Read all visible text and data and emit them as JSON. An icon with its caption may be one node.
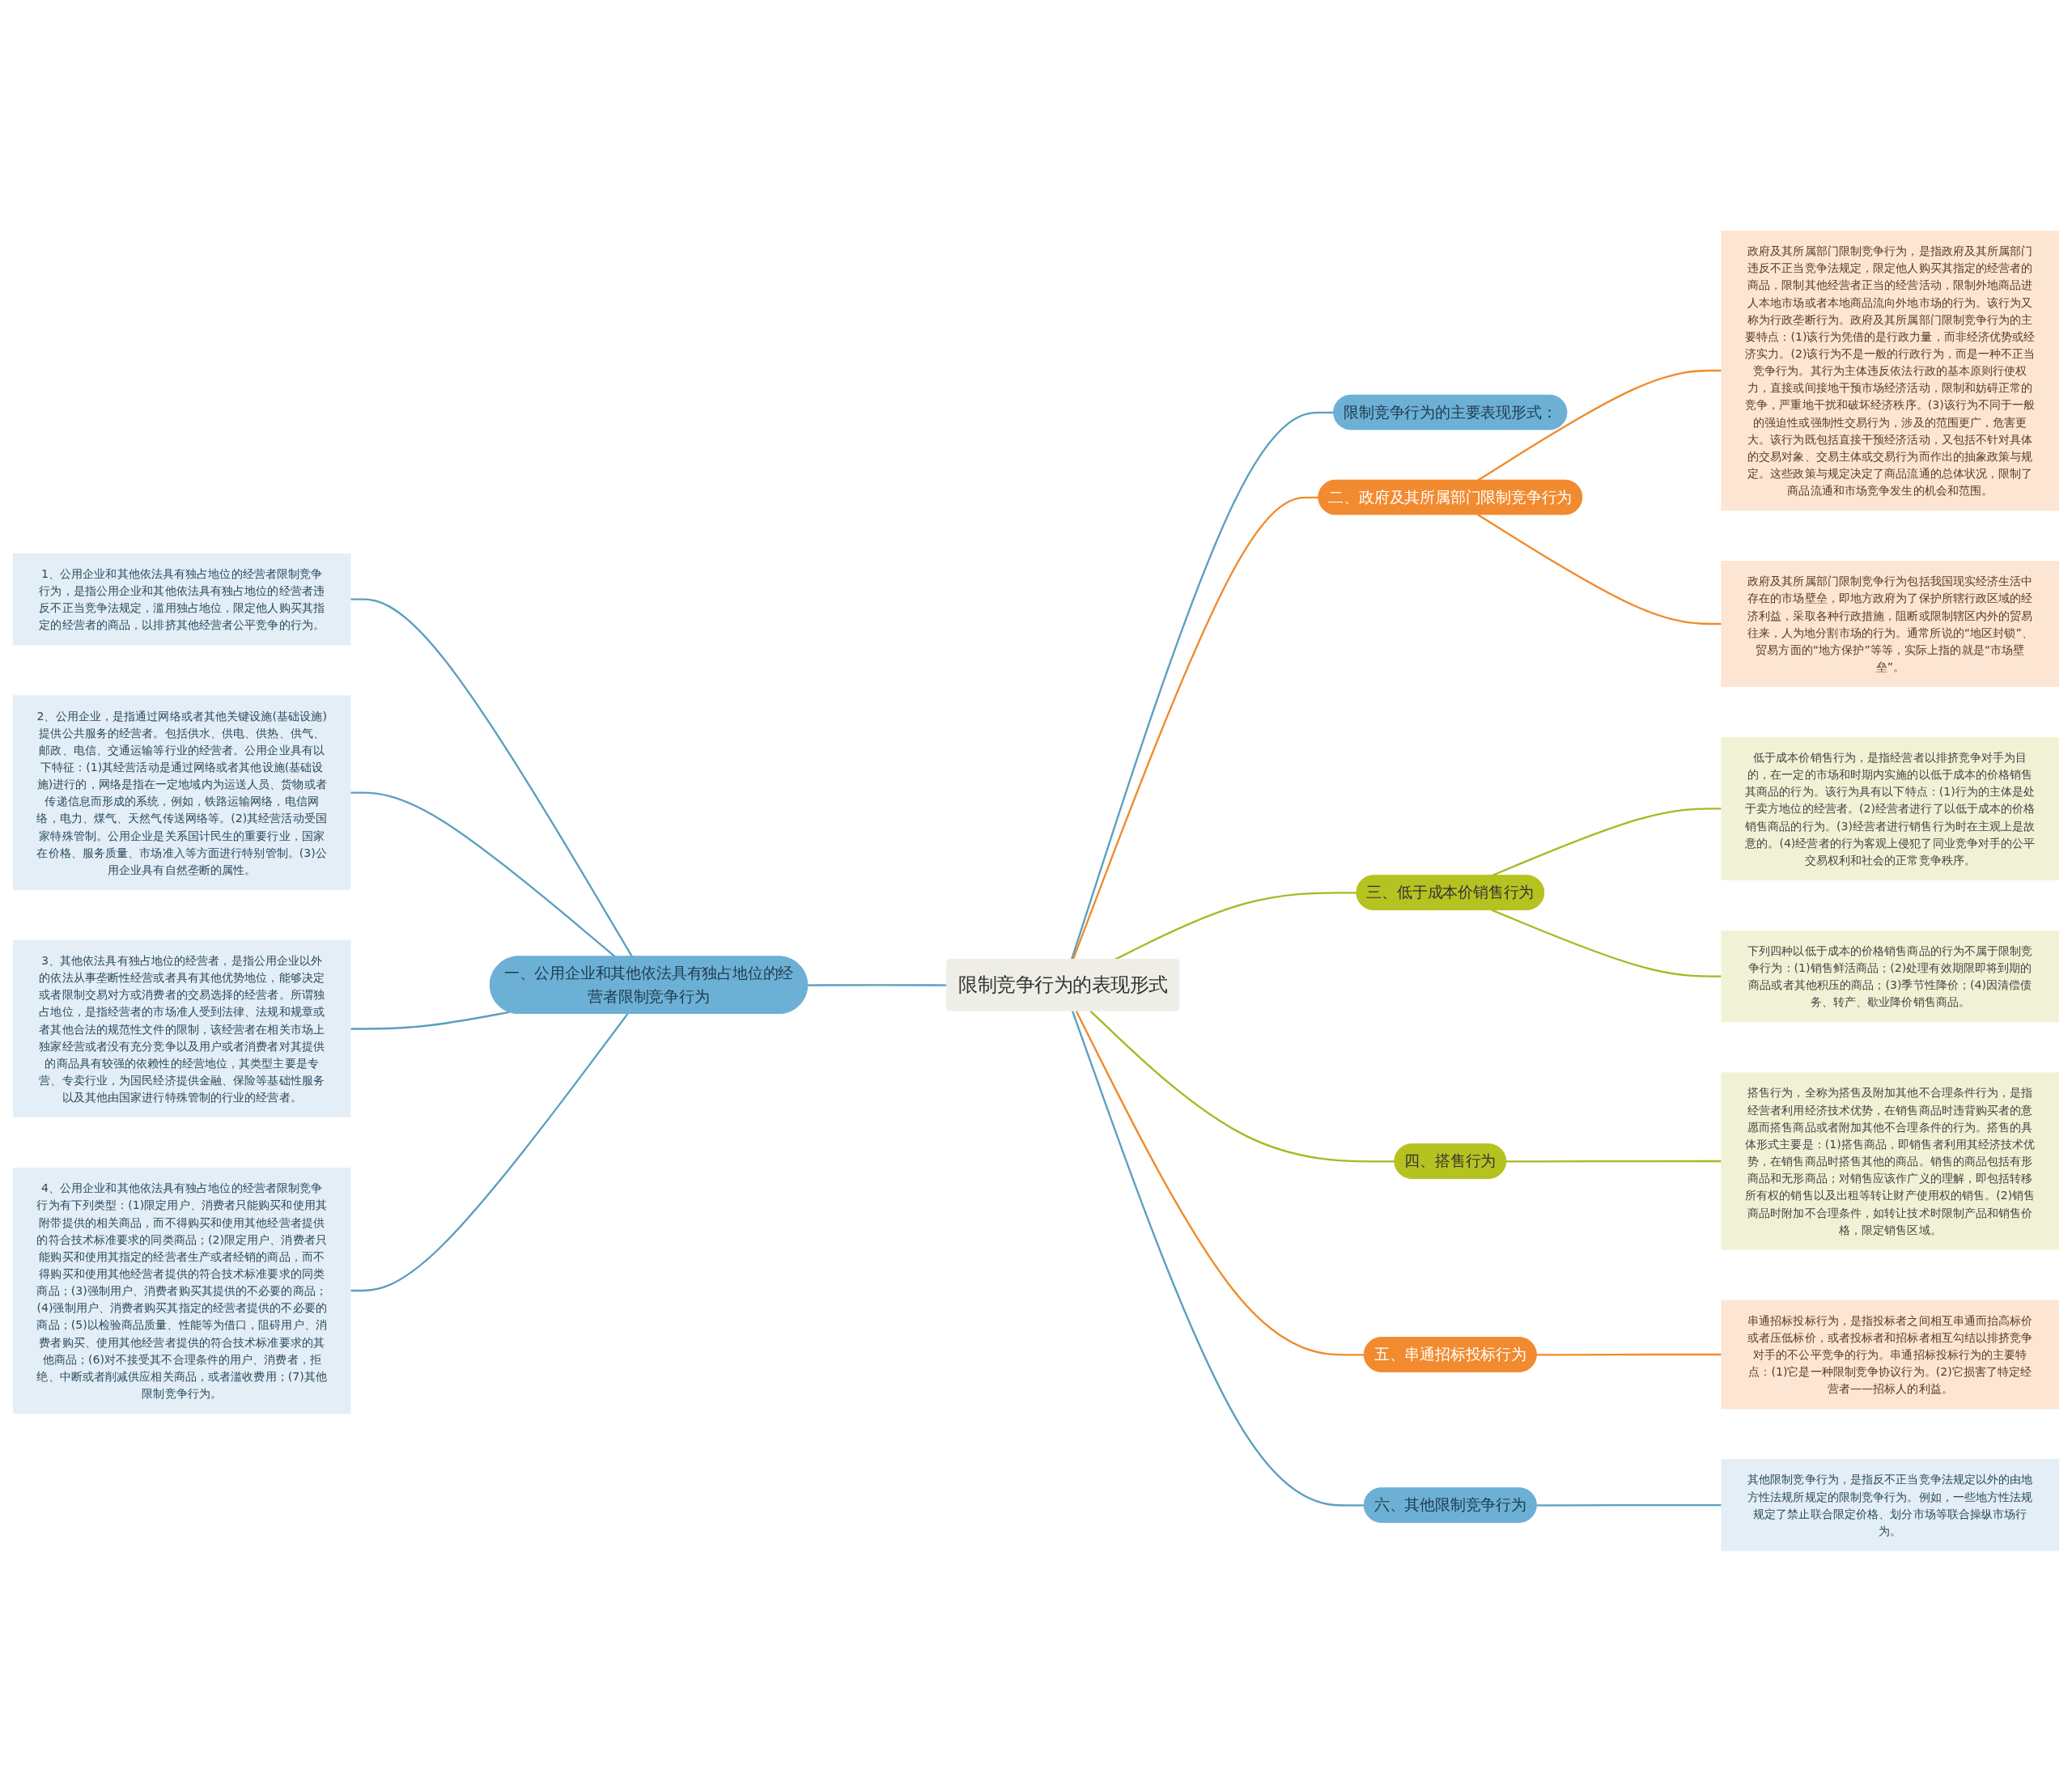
{
  "diagram": {
    "nodes": [
      {
        "text": [
          "限制竞争行为的表现形式"
        ]
      },
      {
        "text": [
          "一、公用企业和其他依法具有独占地位的经营者限制竞争行为"
        ]
      },
      {
        "text": [
          "1、公用企业和其他依法具有独占地位的经营者限制竞争行为，是指公用企业和其他依法具有独占地位的经营者违反不正当竞争法规定，滥用独占地位，限定他人购买其指定的经营者的商品，以排挤其他经营者公平竞争的行为。"
        ]
      },
      {
        "text": [
          "2、公用企业，是指通过网络或者其他关键设施(基础设施)提供公共服务的经营者。包括供水、供电、供热、供气、邮政、电信、交通运输等行业的经营者。公用企业具有以下特征：(1)其经营活动是通过网络或者其他设施(基础设施)进行的，网络是指在一定地域内为运送人员、货物或者传递信息而形成的系统，例如，铁路运输网络，电信网络，电力、煤气、天然气传送网络等。(2)其经营活动受国家特殊管制。公用企业是关系国计民生的重要行业，国家在价格、服务质量、市场准入等方面进行特别管制。(3)公用企业具有自然垄断的属性。"
        ]
      },
      {
        "text": [
          "3、其他依法具有独占地位的经营者，是指公用企业以外的依法从事垄断性经营或者具有其他优势地位，能够决定或者限制交易对方或消费者的交易选择的经营者。所谓独占地位，是指经营者的市场准人受到法律、法规和规章或者其他合法的规范性文件的限制，该经营者在相关市场上独家经营或者没有充分竞争以及用户或者消费者对其提供的商品具有较强的依赖性的经营地位，其类型主要是专营、专卖行业，为国民经济提供金融、保险等基础性服务以及其他由国家进行特殊管制的行业的经营者。"
        ]
      },
      {
        "text": [
          "4、公用企业和其他依法具有独占地位的经营者限制竞争行为有下列类型：(1)限定用户、消费者只能购买和使用其附带提供的相关商品，而不得购买和使用其他经营者提供的符合技术标准要求的同类商品；(2)限定用户、消费者只能购买和使用其指定的经营者生产或者经销的商品，而不得购买和使用其他经营者提供的符合技术标准要求的同类商品；(3)强制用户、消费者购买其提供的不必要的商品；(4)强制用户、消费者购买其指定的经营者提供的不必要的商品；(5)以检验商品质量、性能等为借口，阻碍用户、消费者购买、使用其他经营者提供的符合技术标准要求的其他商品；(6)对不接受其不合理条件的用户、消费者，拒绝、中断或者削减供应相关商品，或者滥收费用；(7)其他限制竞争行为。"
        ]
      },
      {
        "text": [
          "限制竞争行为的主要表现形式："
        ]
      },
      {
        "text": [
          "二、政府及其所属部门限制竞争行为"
        ]
      },
      {
        "text": [
          "政府及其所属部门限制竞争行为，是指政府及其所属部门违反不正当竞争法规定，限定他人购买其指定的经营者的商品，限制其他经营者正当的经营活动，限制外地商品进人本地市场或者本地商品流向外地市场的行为。该行为又称为行政垄断行为。政府及其所属部门限制竞争行为的主要特点：(1)该行为凭借的是行政力量，而非经济优势或经济实力。(2)该行为不是一般的行政行为，而是一种不正当竞争行为。其行为主体违反依法行政的基本原则行使权力，直接或间接地干预市场经济活动，限制和妨碍正常的竞争，严重地干扰和破坏经济秩序。(3)该行为不同于一般的强迫性或强制性交易行为，涉及的范围更广，危害更大。该行为既包括直接干预经济活动，又包括不针对具体的交易对象、交易主体或交易行为而作出的抽象政策与规定。这些政策与规定决定了商品流通的总体状况，限制了商品流通和市场竞争发生的机会和范围。"
        ]
      },
      {
        "text": [
          "政府及其所属部门限制竞争行为包括我国现实经济生活中存在的市场壁垒，即地方政府为了保护所辖行政区域的经济利益，采取各种行政措施，阻断或限制辖区内外的贸易往来，人为地分割市场的行为。通常所说的“地区封锁”、贸易方面的“地方保护”等等，实际上指的就是“市场壁垒”。"
        ]
      },
      {
        "text": [
          "三、低于成本价销售行为"
        ]
      },
      {
        "text": [
          "低于成本价销售行为，是指经营者以排挤竞争对手为目的，在一定的市场和时期内实施的以低于成本的价格销售其商品的行为。该行为具有以下特点：(1)行为的主体是处于卖方地位的经营者。(2)经营者进行了以低于成本的价格销售商品的行为。(3)经营者进行销售行为时在主观上是故意的。(4)经营者的行为客观上侵犯了同业竞争对手的公平交易权利和社会的正常竞争秩序。"
        ]
      },
      {
        "text": [
          "下列四种以低于成本的价格销售商品的行为不属于限制竞争行为：(1)销售鲜活商品；(2)处理有效期限即将到期的商品或者其他积压的商品；(3)季节性降价；(4)因清偿债务、转产、歇业降价销售商品。"
        ]
      },
      {
        "text": [
          "四、搭售行为"
        ]
      },
      {
        "text": [
          "搭售行为，全称为搭售及附加其他不合理条件行为，是指经营者利用经济技术优势，在销售商品时违背购买者的意愿而搭售商品或者附加其他不合理条件的行为。搭售的具体形式主要是：(1)搭售商品，即销售者利用其经济技术优势，在销售商品时搭售其他的商品。销售的商品包括有形商品和无形商品；对销售应该作广义的理解，即包括转移所有权的销售以及出租等转让财产使用权的销售。(2)销售商品时附加不合理条件，如转让技术时限制产品和销售价格，限定销售区域。"
        ]
      },
      {
        "text": [
          "五、串通招标投标行为"
        ]
      },
      {
        "text": [
          "串通招标投标行为，是指投标者之间相互串通而抬高标价或者压低标价，或者投标者和招标者相互勾结以排挤竞争对手的不公平竞争的行为。串通招标投标行为的主要特点：(1)它是一种限制竞争协议行为。(2)它损害了特定经营者——招标人的利益。"
        ]
      },
      {
        "text": [
          "六、其他限制竞争行为"
        ]
      },
      {
        "text": [
          "其他限制竞争行为，是指反不正当竞争法规定以外的由地方性法规所规定的限制竞争行为。例如，一些地方性法规规定了禁止联合限定价格、划分市场等联合操纵市场行为。"
        ]
      }
    ],
    "edges": [
      {
        "from": 0,
        "to": 1,
        "arrow": "none"
      },
      {
        "from": 1,
        "to": 2,
        "arrow": "none"
      },
      {
        "from": 1,
        "to": 3,
        "arrow": "none"
      },
      {
        "from": 1,
        "to": 4,
        "arrow": "none"
      },
      {
        "from": 1,
        "to": 5,
        "arrow": "none"
      },
      {
        "from": 0,
        "to": 6,
        "arrow": "none"
      },
      {
        "from": 0,
        "to": 7,
        "arrow": "none",
        "color": "#f08a2c"
      },
      {
        "from": 7,
        "to": 8,
        "arrow": "none",
        "color": "#f08a2c"
      },
      {
        "from": 7,
        "to": 9,
        "arrow": "none",
        "color": "#f08a2c"
      },
      {
        "from": 0,
        "to": 10,
        "arrow": "none",
        "color": "#a8b820"
      },
      {
        "from": 10,
        "to": 11,
        "arrow": "none",
        "color": "#a8b820"
      },
      {
        "from": 10,
        "to": 12,
        "arrow": "none",
        "color": "#a8b820"
      },
      {
        "from": 0,
        "to": 13,
        "arrow": "none",
        "color": "#a8b820"
      },
      {
        "from": 13,
        "to": 14,
        "arrow": "none",
        "color": "#a8b820"
      },
      {
        "from": 0,
        "to": 15,
        "arrow": "none",
        "color": "#f08a2c"
      },
      {
        "from": 15,
        "to": 16,
        "arrow": "none",
        "color": "#f08a2c"
      },
      {
        "from": 0,
        "to": 17,
        "arrow": "none"
      },
      {
        "from": 17,
        "to": 18,
        "arrow": "none"
      }
    ]
  }
}
